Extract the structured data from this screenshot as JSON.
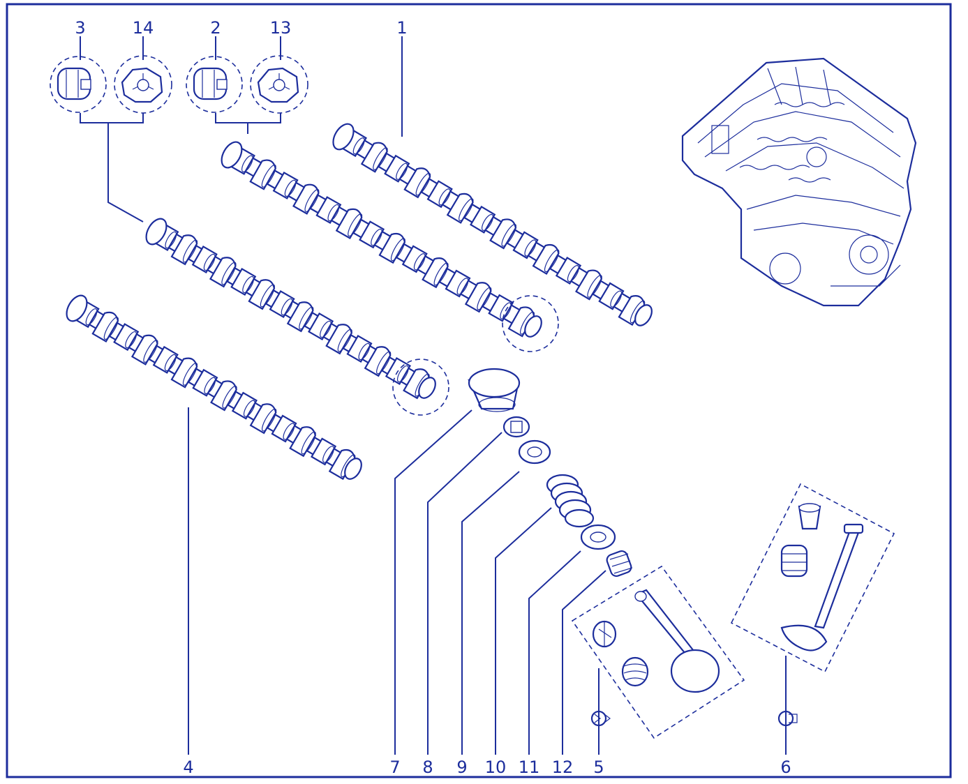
{
  "callouts": [
    {
      "id": "1",
      "text": "1"
    },
    {
      "id": "2",
      "text": "2"
    },
    {
      "id": "3",
      "text": "3"
    },
    {
      "id": "4",
      "text": "4"
    },
    {
      "id": "5",
      "text": "5"
    },
    {
      "id": "6",
      "text": "6"
    },
    {
      "id": "7",
      "text": "7"
    },
    {
      "id": "8",
      "text": "8"
    },
    {
      "id": "9",
      "text": "9"
    },
    {
      "id": "10",
      "text": "10"
    },
    {
      "id": "11",
      "text": "11"
    },
    {
      "id": "12",
      "text": "12"
    },
    {
      "id": "13",
      "text": "13"
    },
    {
      "id": "14",
      "text": "14"
    }
  ],
  "colors": {
    "ink": "#1c2d9c",
    "background": "#ffffff"
  }
}
